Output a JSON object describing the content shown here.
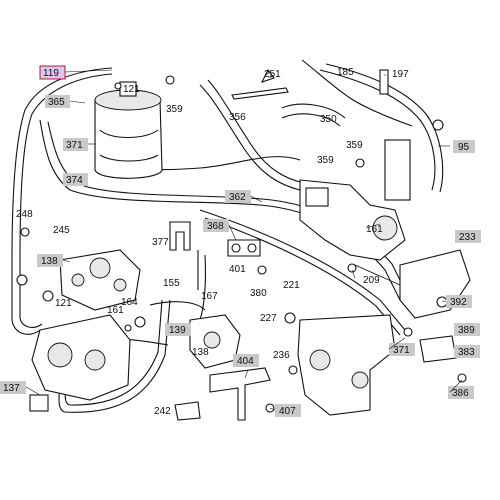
{
  "callouts": {
    "c119": "119",
    "c121a": "121",
    "c359a": "359",
    "c251": "251",
    "c185": "185",
    "c197": "197",
    "c365": "365",
    "c356": "356",
    "c350": "350",
    "c371a": "371",
    "c374": "374",
    "c359b": "359",
    "c95": "95",
    "c359c": "359",
    "c362": "362",
    "c248": "248",
    "c245": "245",
    "c377": "377",
    "c368": "368",
    "c161a": "161",
    "c233": "233",
    "c138a": "138",
    "c401": "401",
    "c155": "155",
    "c209": "209",
    "c121b": "121",
    "c167": "167",
    "c380": "380",
    "c221": "221",
    "c392": "392",
    "c164": "164",
    "c161b": "161",
    "c227": "227",
    "c389": "389",
    "c139": "139",
    "c138b": "138",
    "c371b": "371",
    "c383": "383",
    "c404": "404",
    "c236": "236",
    "c386": "386",
    "c137": "137",
    "c242": "242",
    "c407": "407"
  },
  "colors": {
    "highlight_fill": "#d9c9f0",
    "highlight_border": "#c0143c",
    "label_box": "#c9c9c9"
  }
}
